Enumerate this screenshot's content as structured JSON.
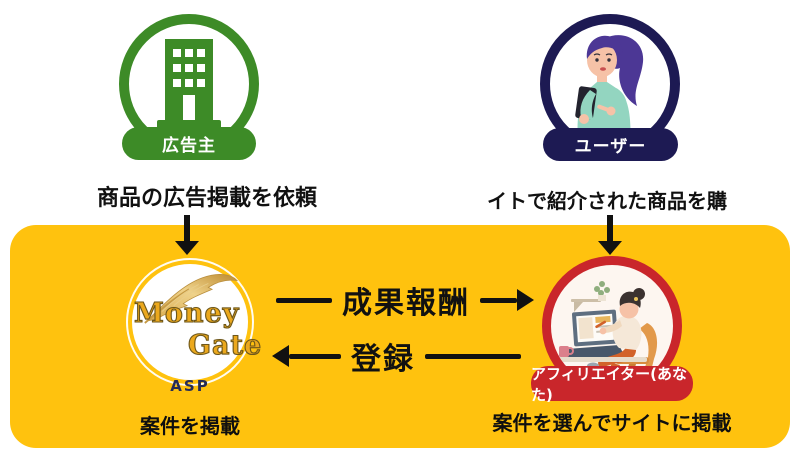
{
  "diagram": {
    "advertiser": {
      "badge": "広告主",
      "caption": "商品の広告掲載を依頼",
      "color": "#3D8B27"
    },
    "user": {
      "badge": "ユーザー",
      "caption": "イトで紹介された商品を購",
      "color": "#1D1A53"
    },
    "asp": {
      "brand_top": "Money",
      "brand_bottom": "Gate",
      "role_label": "ASP",
      "caption": "案件を掲載",
      "brand_color": "#EBA81D"
    },
    "affiliate": {
      "badge": "アフィリエイター(あなた)",
      "caption": "案件を選んでサイトに掲載",
      "color": "#C9262B"
    },
    "flow": {
      "reward": "成果報酬",
      "register": "登録"
    },
    "colors": {
      "panel_yellow": "#FFC20E",
      "arrow_black": "#111111"
    },
    "icons": {
      "advertiser": "building-icon",
      "user": "user-with-phone-illustration",
      "asp": "feather-icon",
      "affiliate": "desk-work-illustration"
    }
  }
}
